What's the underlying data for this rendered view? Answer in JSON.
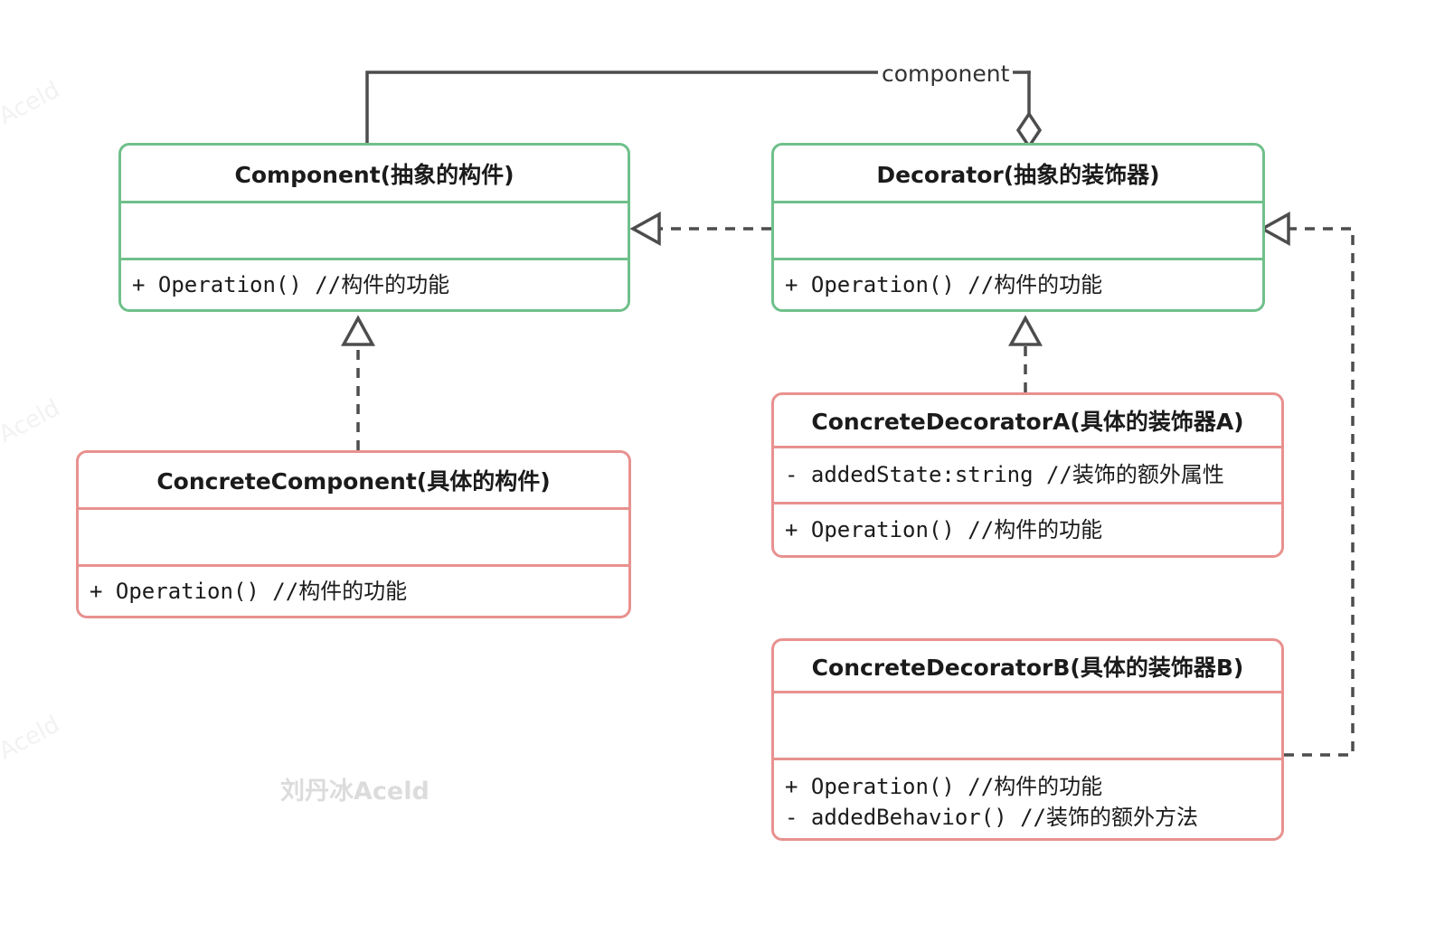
{
  "diagram": {
    "title": "Decorator Pattern UML Class Diagram",
    "colors": {
      "abstract_border": "#6fc08a",
      "concrete_border": "#e8918f",
      "line": "#4d4d4d",
      "text": "#1b1b1b",
      "watermark": "#dcdcdc",
      "background": "#ffffff"
    },
    "classes": [
      {
        "id": "component",
        "name": "Component(抽象的构件)",
        "kind": "abstract",
        "attributes": [],
        "operations": [
          "+ Operation() //构件的功能"
        ]
      },
      {
        "id": "decorator",
        "name": "Decorator(抽象的装饰器)",
        "kind": "abstract",
        "attributes": [],
        "operations": [
          "+ Operation() //构件的功能"
        ]
      },
      {
        "id": "concrete_component",
        "name": "ConcreteComponent(具体的构件)",
        "kind": "concrete",
        "attributes": [],
        "operations": [
          "+ Operation() //构件的功能"
        ]
      },
      {
        "id": "concrete_decorator_a",
        "name": "ConcreteDecoratorA(具体的装饰器A)",
        "kind": "concrete",
        "attributes": [
          "- addedState:string //装饰的额外属性"
        ],
        "operations": [
          "+ Operation() //构件的功能"
        ]
      },
      {
        "id": "concrete_decorator_b",
        "name": "ConcreteDecoratorB(具体的装饰器B)",
        "kind": "concrete",
        "attributes": [],
        "operations": [
          "+ Operation() //构件的功能",
          "- addedBehavior() //装饰的额外方法"
        ]
      }
    ],
    "relations": [
      {
        "id": "aggregation",
        "from": "decorator",
        "to": "component",
        "type": "aggregation",
        "style": "solid",
        "arrow": "hollow-diamond",
        "label": "component"
      },
      {
        "id": "decorator_realizes_component",
        "from": "decorator",
        "to": "component",
        "type": "realization",
        "style": "dashed",
        "arrow": "hollow-triangle",
        "label": ""
      },
      {
        "id": "concrete_component_realizes_component",
        "from": "concrete_component",
        "to": "component",
        "type": "realization",
        "style": "dashed",
        "arrow": "hollow-triangle",
        "label": ""
      },
      {
        "id": "concrete_decorator_a_realizes_decorator",
        "from": "concrete_decorator_a",
        "to": "decorator",
        "type": "realization",
        "style": "dashed",
        "arrow": "hollow-triangle",
        "label": ""
      },
      {
        "id": "concrete_decorator_b_realizes_decorator",
        "from": "concrete_decorator_b",
        "to": "decorator",
        "type": "realization",
        "style": "dashed",
        "arrow": "hollow-triangle",
        "label": ""
      }
    ],
    "watermarks": {
      "center": "刘丹冰Aceld",
      "edge": "Aceld"
    }
  }
}
